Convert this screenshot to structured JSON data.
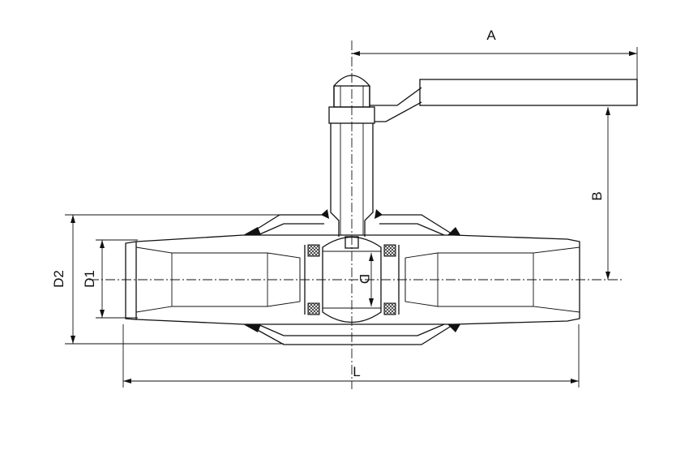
{
  "labels": {
    "a": "A",
    "b": "B",
    "l": "L",
    "d": "D",
    "d1": "D1",
    "d2": "D2"
  }
}
